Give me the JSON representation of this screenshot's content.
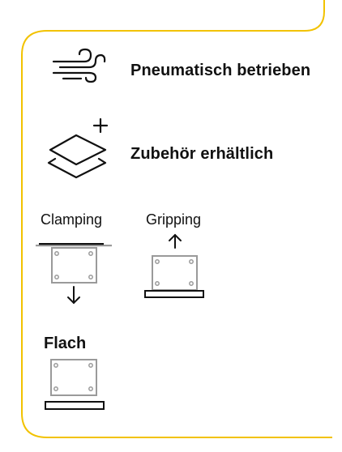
{
  "features": [
    {
      "icon": "airflow-icon",
      "label": "Pneumatisch betrieben"
    },
    {
      "icon": "layers-plus-icon",
      "label": "Zubehör erhältlich"
    }
  ],
  "modes": [
    {
      "label": "Clamping",
      "icon": "clamping-icon"
    },
    {
      "label": "Gripping",
      "icon": "gripping-icon"
    },
    {
      "label": "Flach",
      "icon": "flat-mounting-icon"
    }
  ],
  "colors": {
    "frame": "#f2c200",
    "ink": "#111111",
    "gray": "#9a9a9a"
  }
}
